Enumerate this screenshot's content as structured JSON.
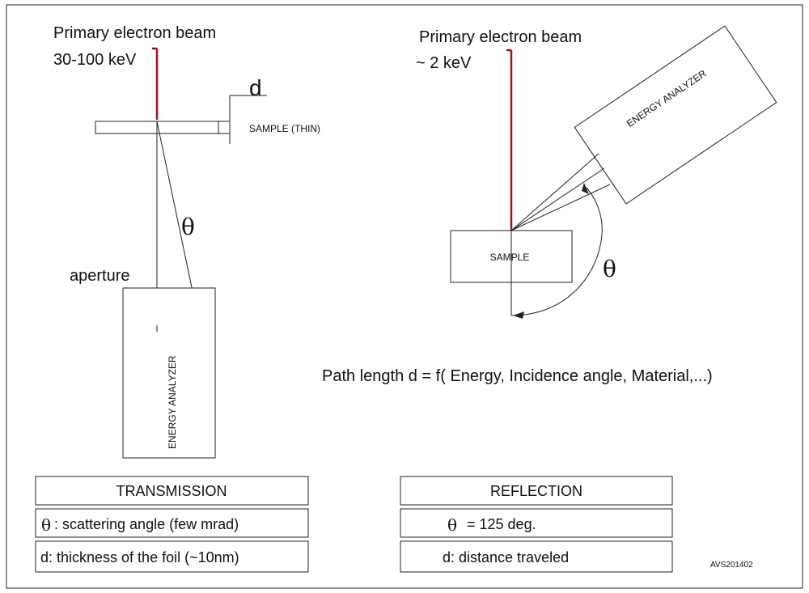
{
  "transmission": {
    "beam_label": "Primary electron beam",
    "beam_energy": "30-100 keV",
    "thickness_symbol": "d",
    "sample_label": "SAMPLE (THIN)",
    "angle_symbol": "θ",
    "aperture_label": "aperture",
    "analyzer_label": "ENERGY ANALYZER",
    "table": {
      "title": "TRANSMISSION",
      "row1_symbol": "θ",
      "row1_text": ": scattering angle (few mrad)",
      "row2_text": "d: thickness of the foil  (~10nm)"
    }
  },
  "reflection": {
    "beam_label": "Primary electron beam",
    "beam_energy": "~ 2 keV",
    "analyzer_label": "ENERGY ANALYZER",
    "sample_label": "SAMPLE",
    "angle_symbol": "θ",
    "path_length_text": "Path length d = f( Energy, Incidence angle, Material,...)",
    "table": {
      "title": "REFLECTION",
      "row1_symbol": "θ",
      "row1_text": "= 125 deg.",
      "row2_text": "d:  distance traveled"
    }
  },
  "figure_id": "AVS201402",
  "colors": {
    "beam": "#a01020",
    "aperture": "#3344aa",
    "line": "#222222"
  }
}
